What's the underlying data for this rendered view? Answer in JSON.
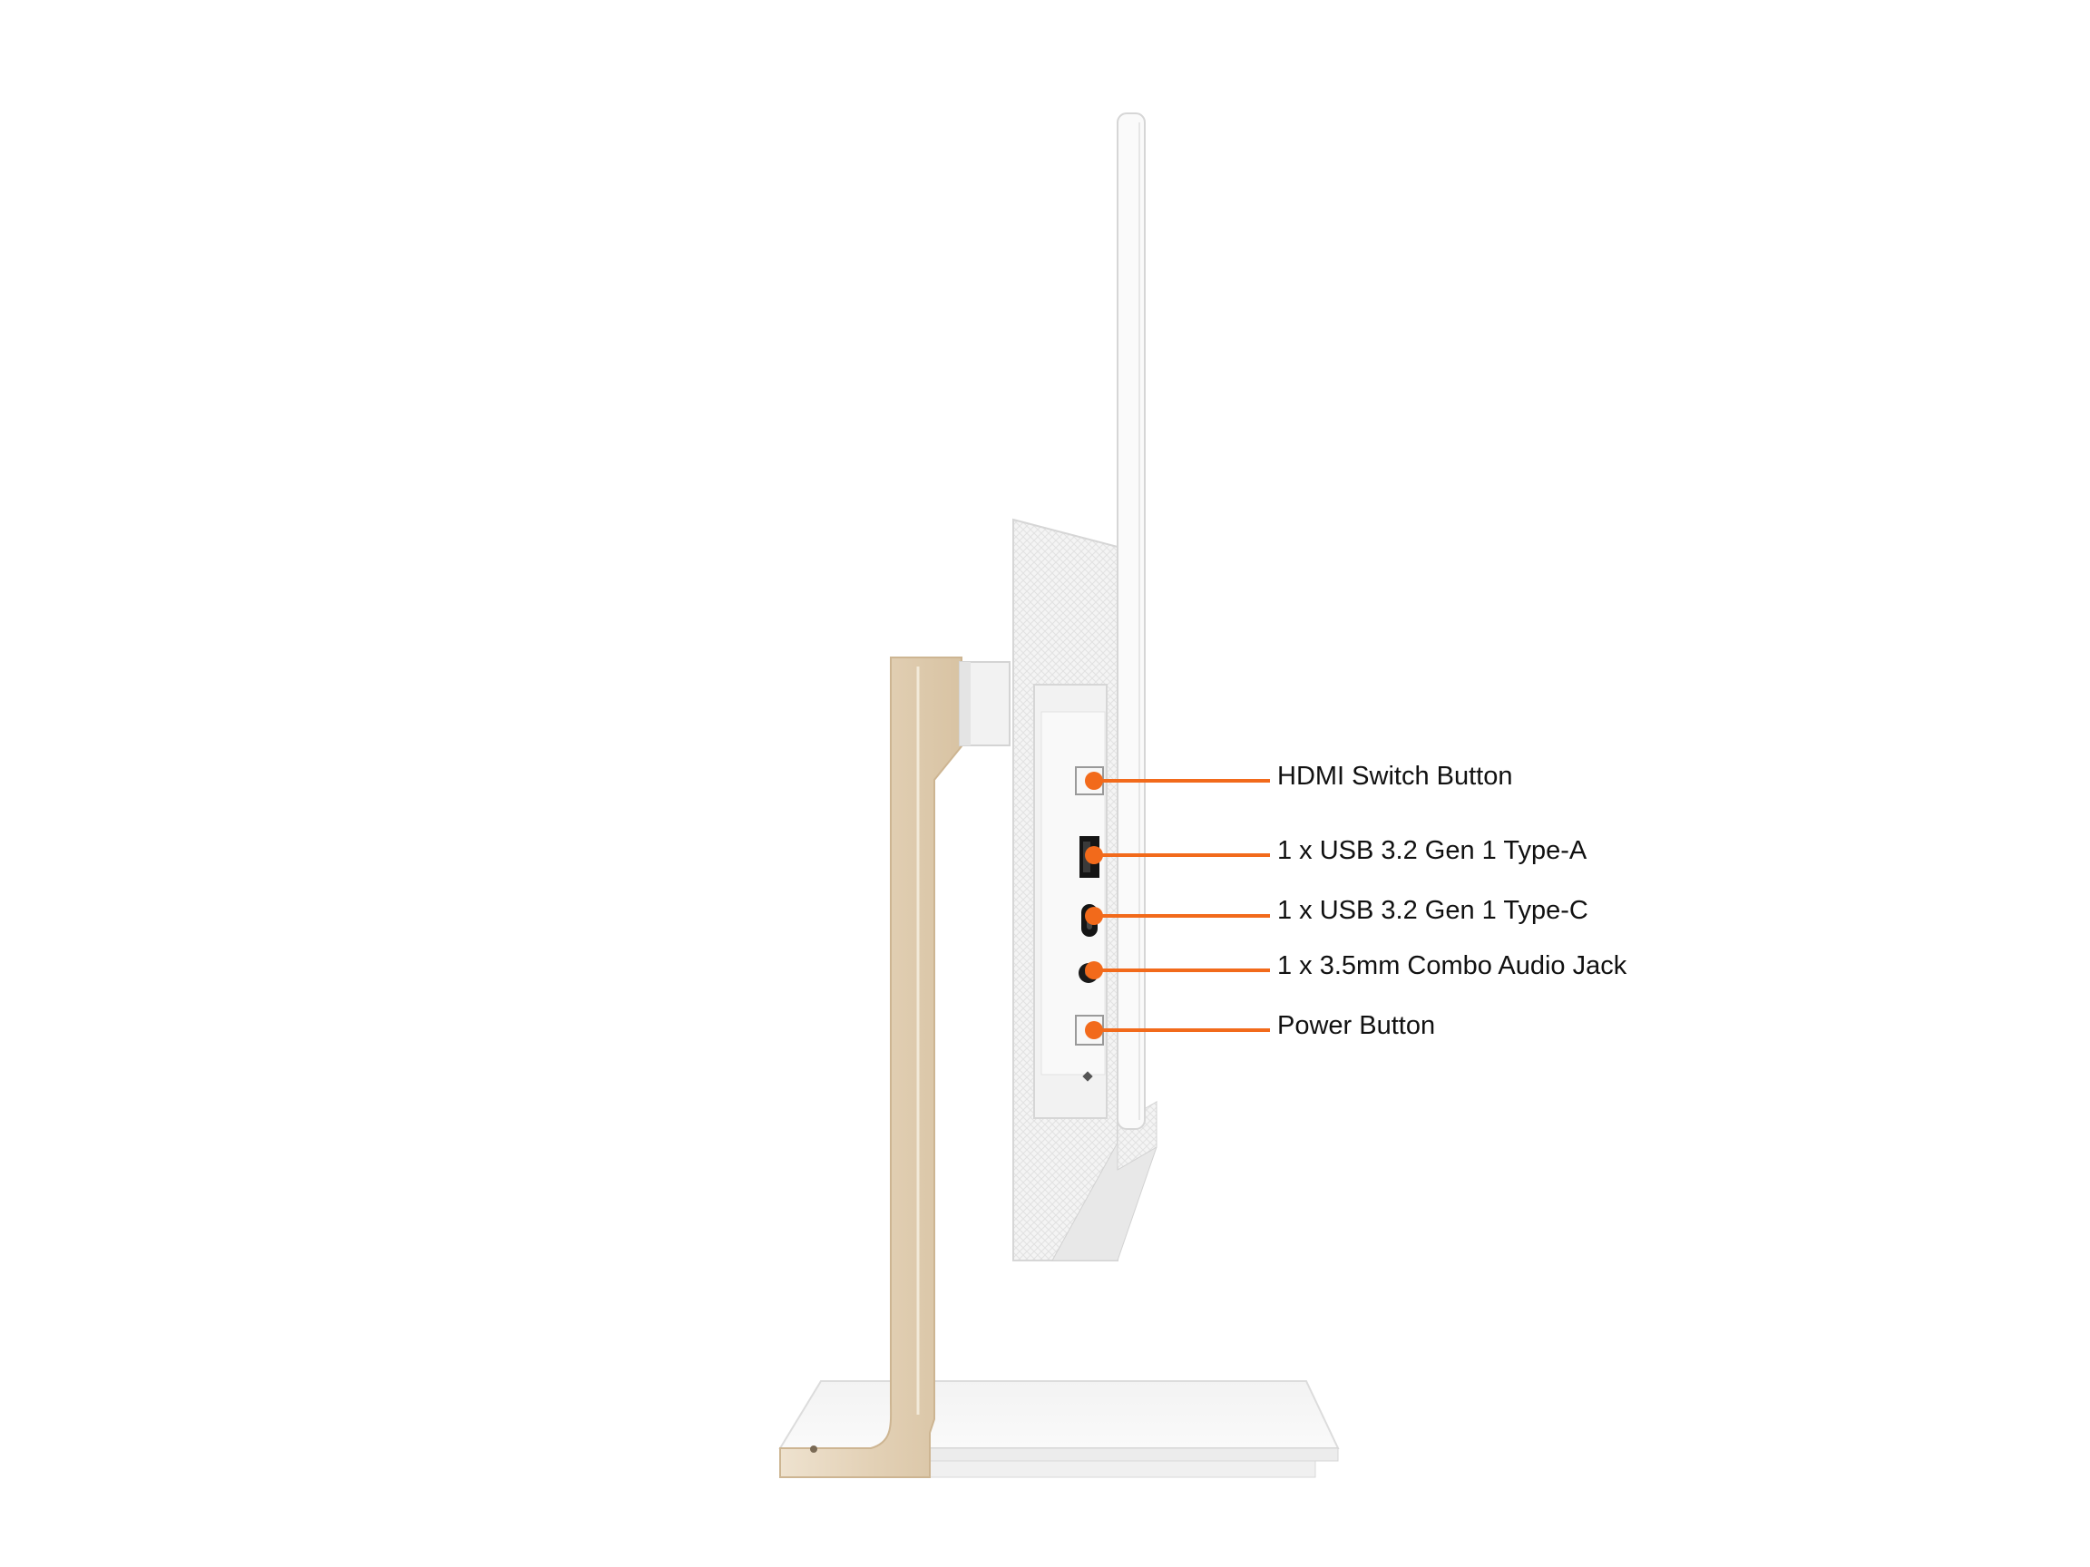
{
  "callouts": [
    {
      "id": "hdmi-switch-button",
      "label": "HDMI Switch Button"
    },
    {
      "id": "usb-type-a-port",
      "label": "1 x USB 3.2 Gen 1 Type-A"
    },
    {
      "id": "usb-type-c-port",
      "label": "1 x USB 3.2 Gen 1 Type-C"
    },
    {
      "id": "audio-jack",
      "label": "1 x 3.5mm Combo Audio Jack"
    },
    {
      "id": "power-button",
      "label": "Power Button"
    }
  ],
  "colors": {
    "callout_accent": "#f26a1b",
    "stand_gold": "#e6d6be",
    "body_white": "#f7f7f7",
    "outline_grey": "#d6d6d6"
  }
}
